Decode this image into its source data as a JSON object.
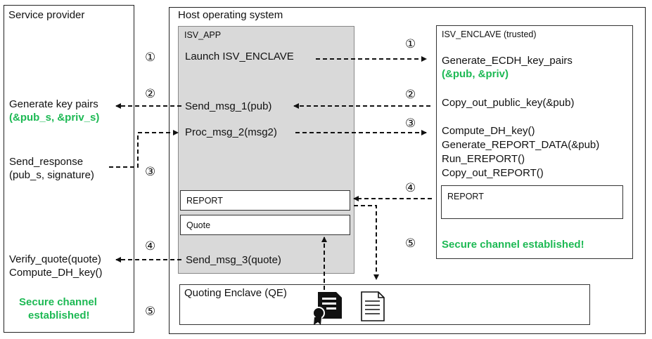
{
  "service_provider": {
    "title": "Service provider",
    "gen_keys": "Generate key pairs",
    "gen_keys_args": "(&pub_s, &priv_s)",
    "send_response": "Send_response",
    "send_response_args": "(pub_s, signature)",
    "verify_quote": "Verify_quote(quote)",
    "compute_dh": "Compute_DH_key()",
    "secure_line1": "Secure channel",
    "secure_line2": "established!"
  },
  "host": {
    "title": "Host operating system"
  },
  "isv_app": {
    "title": "ISV_APP",
    "launch": "Launch ISV_ENCLAVE",
    "send_msg_1": "Send_msg_1(pub)",
    "proc_msg_2": "Proc_msg_2(msg2)",
    "report": "REPORT",
    "quote": "Quote",
    "send_msg_3": "Send_msg_3(quote)"
  },
  "isv_enclave": {
    "title": "ISV_ENCLAVE (trusted)",
    "gen_ecdh": "Generate_ECDH_key_pairs",
    "gen_ecdh_args": "(&pub, &priv)",
    "copy_out_pub": "Copy_out_public_key(&pub)",
    "compute_dh": "Compute_DH_key()",
    "gen_report_data": "Generate_REPORT_DATA(&pub)",
    "run_ereport": "Run_EREPORT()",
    "copy_out_report": "Copy_out_REPORT()",
    "report": "REPORT",
    "secure": "Secure channel established!"
  },
  "qe": {
    "title": "Quoting Enclave (QE)"
  },
  "steps": {
    "s1": "①",
    "s2": "②",
    "s3": "③",
    "s4": "④",
    "s5": "⑤"
  },
  "colors": {
    "green": "#1db954",
    "app_gray": "#d9d9d9"
  },
  "icons": [
    "certificate-icon",
    "document-icon"
  ]
}
